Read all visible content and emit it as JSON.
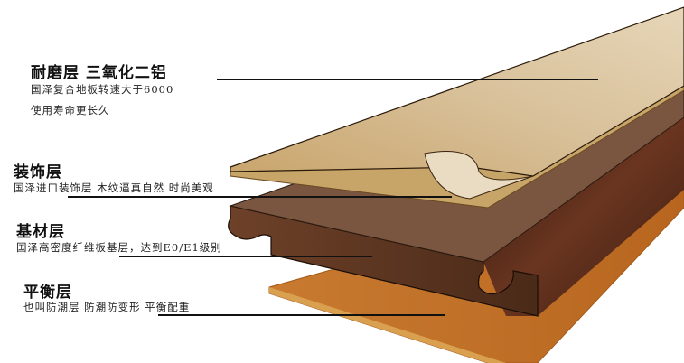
{
  "diagram": {
    "subject": "laminate-floor-layer-structure",
    "layers": [
      {
        "id": "wear-layer",
        "title": "耐磨层 三氧化二铝",
        "lines": [
          "国泽复合地板转速大于6000",
          "使用寿命更长久"
        ],
        "color": "#d9c39a"
      },
      {
        "id": "decor-layer",
        "title": "装饰层",
        "lines": [
          "国泽进口装饰层 木纹逼真自然 时尚美观"
        ],
        "color": "#c9a468"
      },
      {
        "id": "core-layer",
        "title": "基材层",
        "lines": [
          "国泽高密度纤维板基层，达到E0/E1级别"
        ],
        "color": "#6b4028"
      },
      {
        "id": "balance-layer",
        "title": "平衡层",
        "lines": [
          "也叫防潮层 防潮防变形 平衡配重"
        ],
        "color": "#c8762c"
      }
    ]
  }
}
